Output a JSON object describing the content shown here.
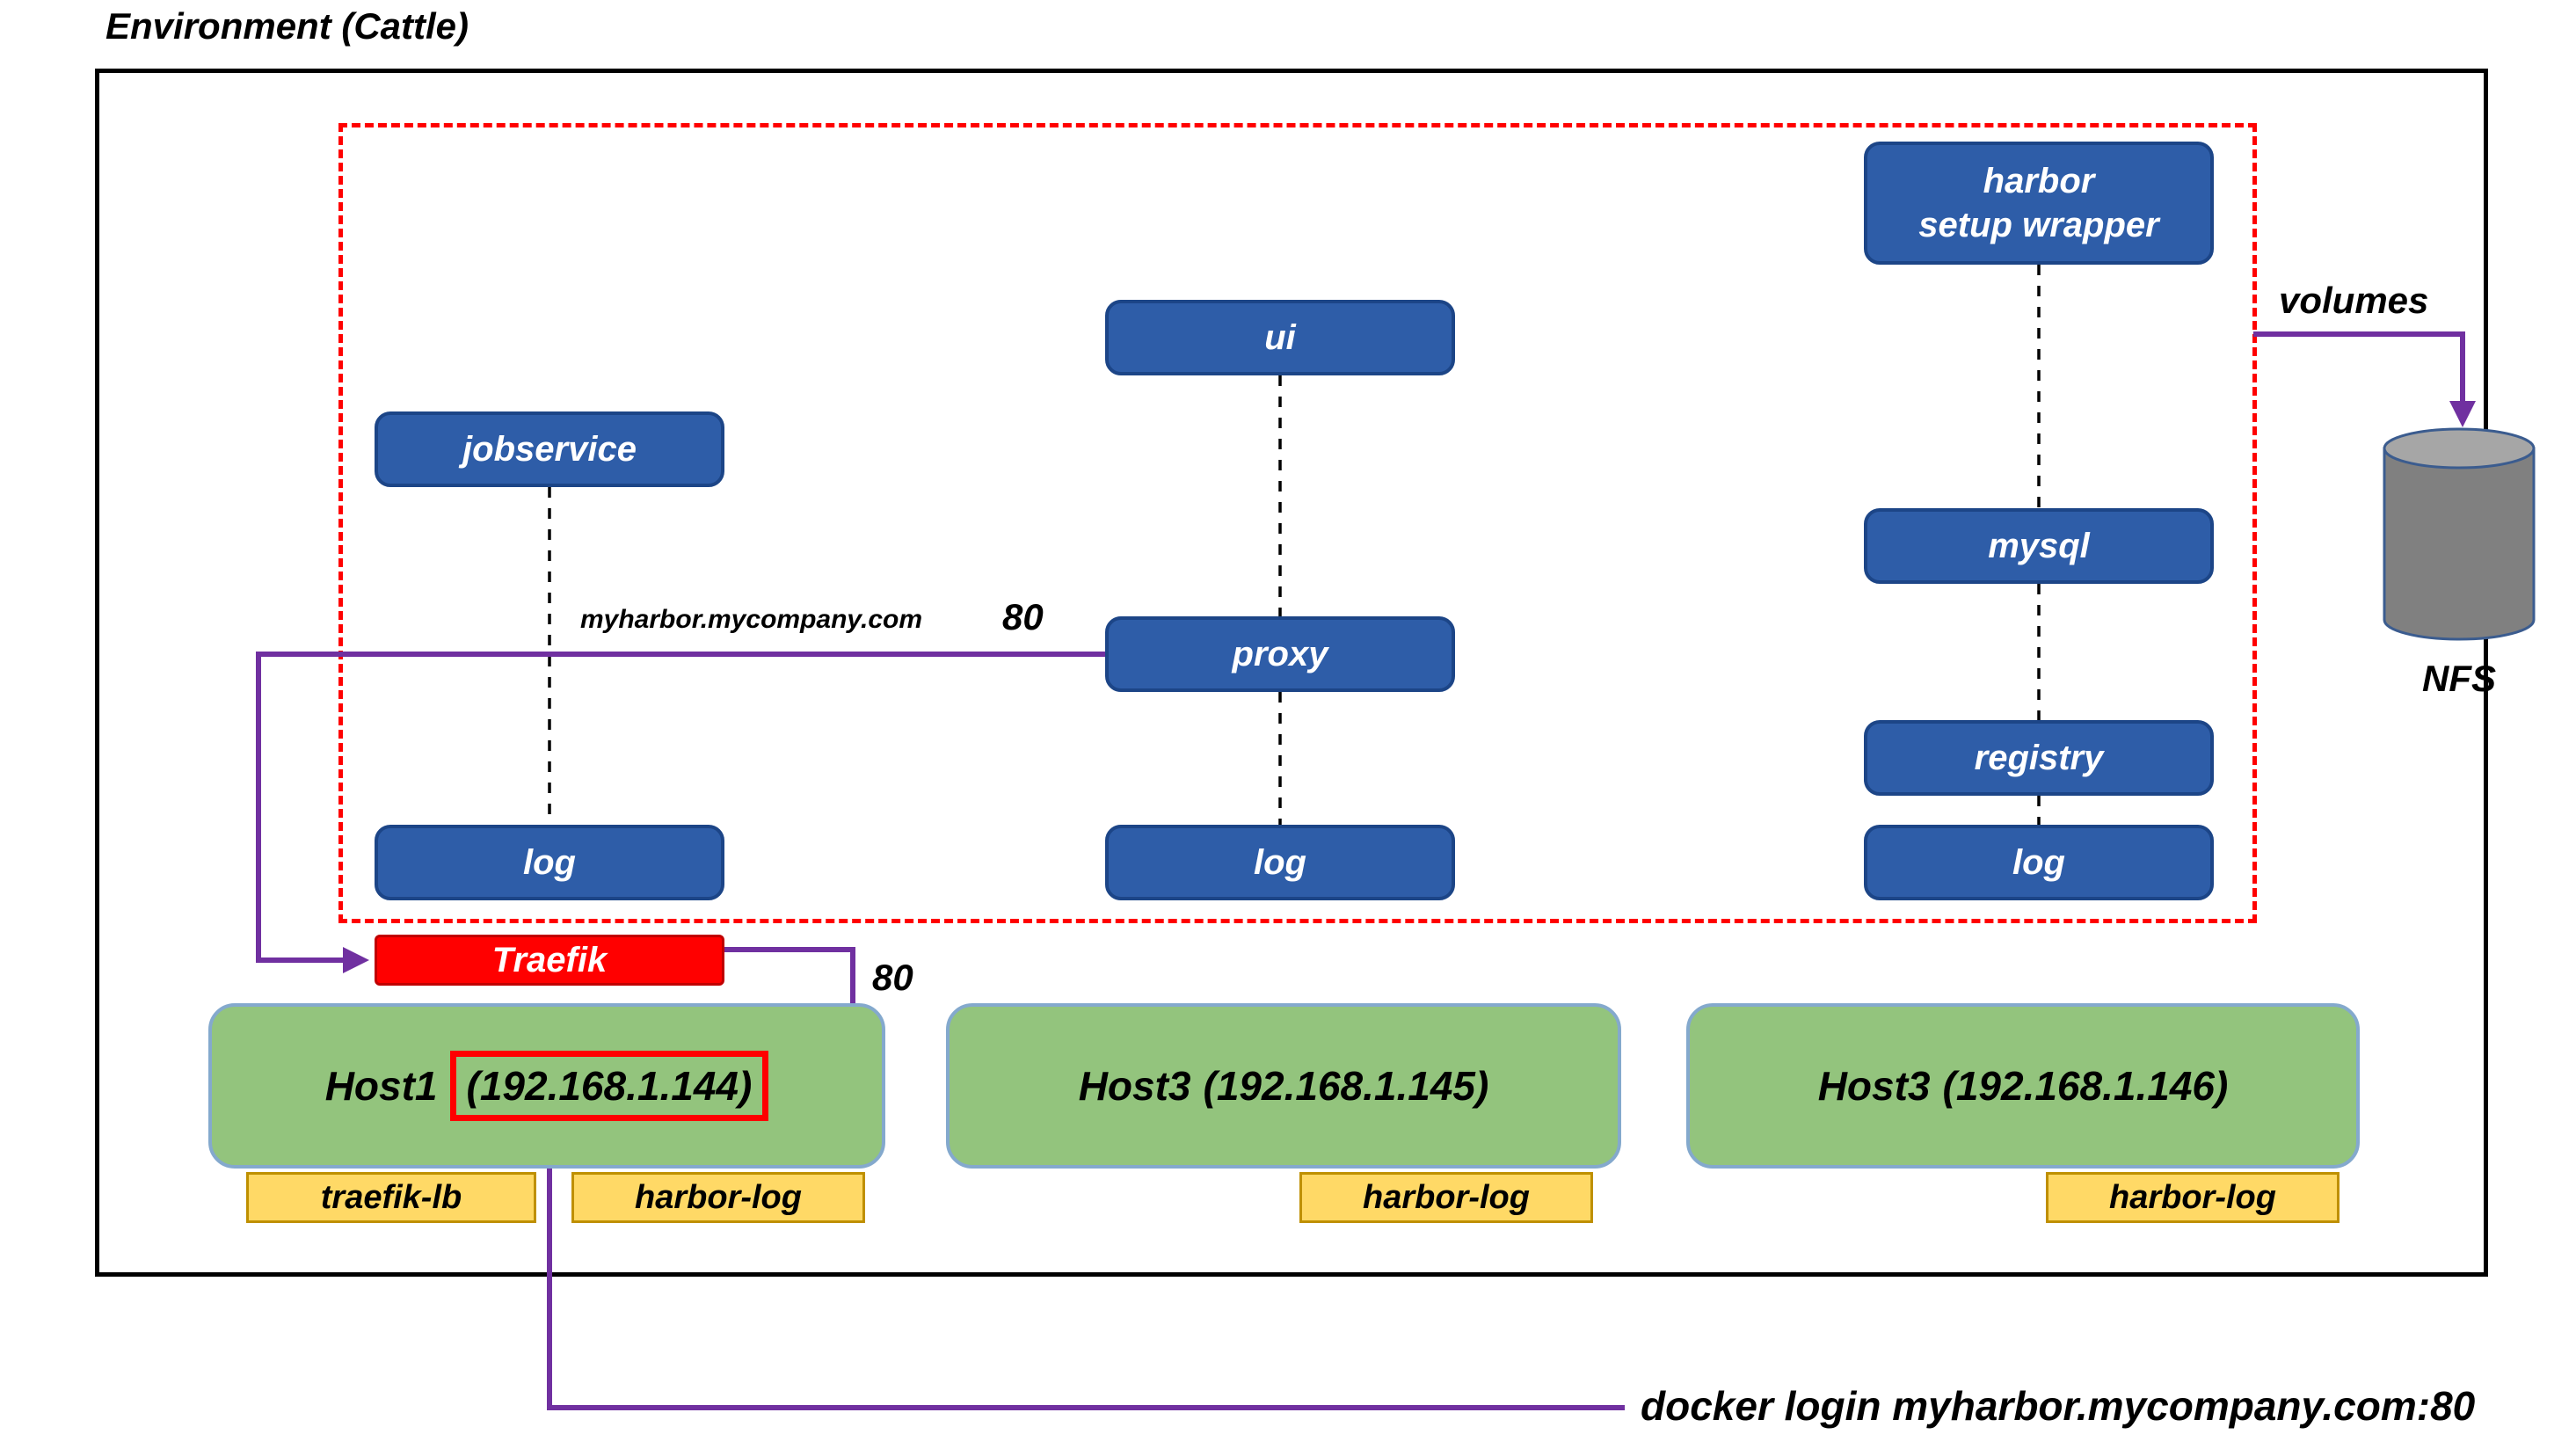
{
  "title": "Environment (Cattle)",
  "services": {
    "jobservice": "jobservice",
    "ui": "ui",
    "proxy": "proxy",
    "harbor_setup_wrapper": "harbor\nsetup wrapper",
    "mysql": "mysql",
    "registry": "registry",
    "log_left": "log",
    "log_center": "log",
    "log_right": "log"
  },
  "traefik": {
    "label": "Traefik"
  },
  "hosts": [
    {
      "name": "Host1",
      "ip": "(192.168.1.144)"
    },
    {
      "name": "Host3",
      "ip": "(192.168.1.145)"
    },
    {
      "name": "Host3",
      "ip": "(192.168.1.146)"
    }
  ],
  "badges": {
    "traefik_lb": "traefik-lb",
    "harbor_log_1": "harbor-log",
    "harbor_log_2": "harbor-log",
    "harbor_log_3": "harbor-log"
  },
  "labels": {
    "volumes": "volumes",
    "myharbor_domain": "myharbor.mycompany.com",
    "proxy_port": "80",
    "traefik_port": "80",
    "nfs": "NFS",
    "docker_login": "docker login myharbor.mycompany.com:80"
  },
  "colors": {
    "service_fill": "#2e5da8",
    "service_border": "#1c4587",
    "traefik_fill": "#ff0000",
    "host_fill": "#93c47d",
    "badge_fill": "#ffd966",
    "badge_border": "#bf9000",
    "arrow_purple": "#7030a0",
    "dashed_boundary_red": "#ff0000",
    "cylinder_fill": "#808080",
    "cylinder_top_fill": "#a6a6a6"
  }
}
